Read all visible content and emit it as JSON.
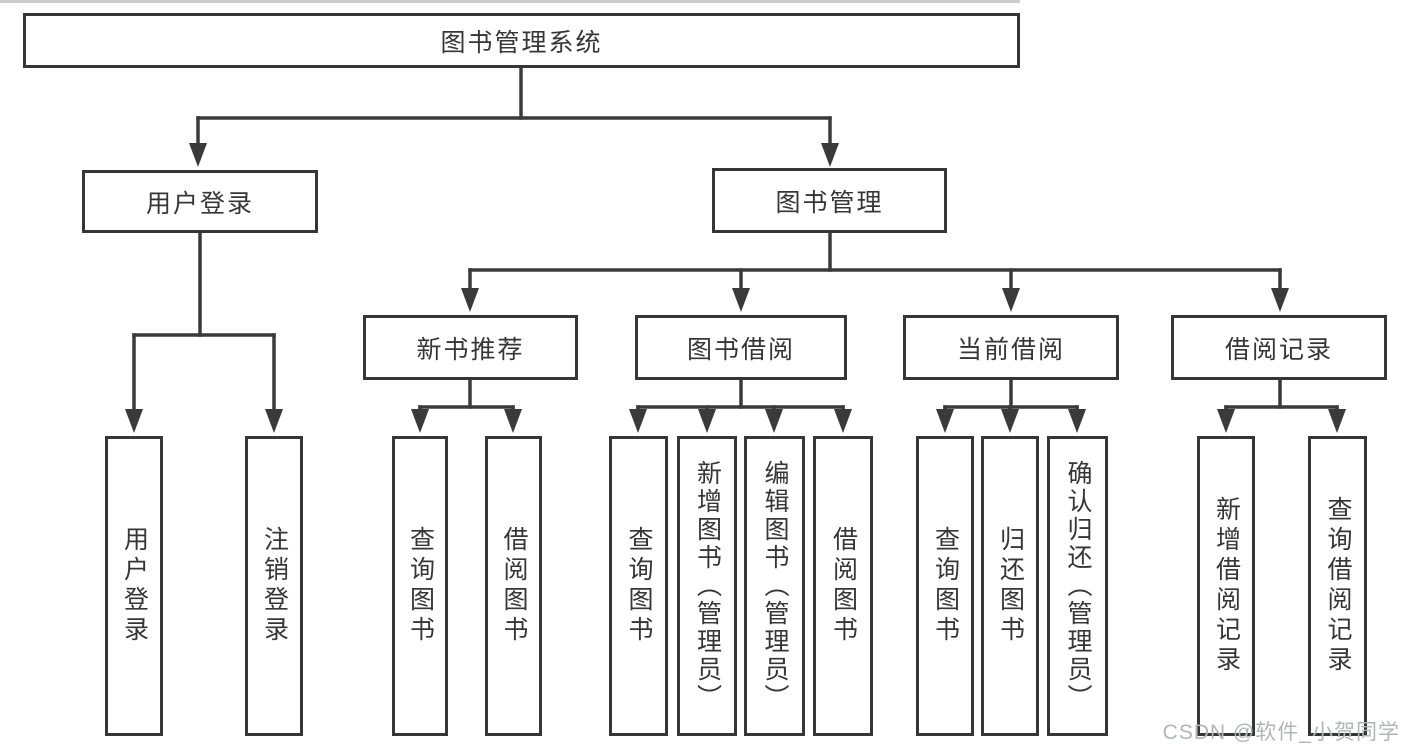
{
  "tree": {
    "root": "图书管理系统",
    "branches": [
      {
        "label": "用户登录",
        "children": [
          "用户登录",
          "注销登录"
        ]
      },
      {
        "label": "图书管理",
        "groups": [
          {
            "label": "新书推荐",
            "children": [
              "查询图书",
              "借阅图书"
            ]
          },
          {
            "label": "图书借阅",
            "children": [
              "查询图书",
              "新增图书（管理员）",
              "编辑图书（管理员）",
              "借阅图书"
            ]
          },
          {
            "label": "当前借阅",
            "children": [
              "查询图书",
              "归还图书",
              "确认归还（管理员）"
            ]
          },
          {
            "label": "借阅记录",
            "children": [
              "新增借阅记录",
              "查询借阅记录"
            ]
          }
        ]
      }
    ]
  },
  "watermark": {
    "text": "CSDN @软件_小贺同学"
  },
  "colors": {
    "line": "#3a3a3a",
    "box_border": "#363636",
    "text": "#363636",
    "background": "#ffffff",
    "watermark": "#b2b5b8",
    "top_edge_artifact": "#cacaca"
  }
}
